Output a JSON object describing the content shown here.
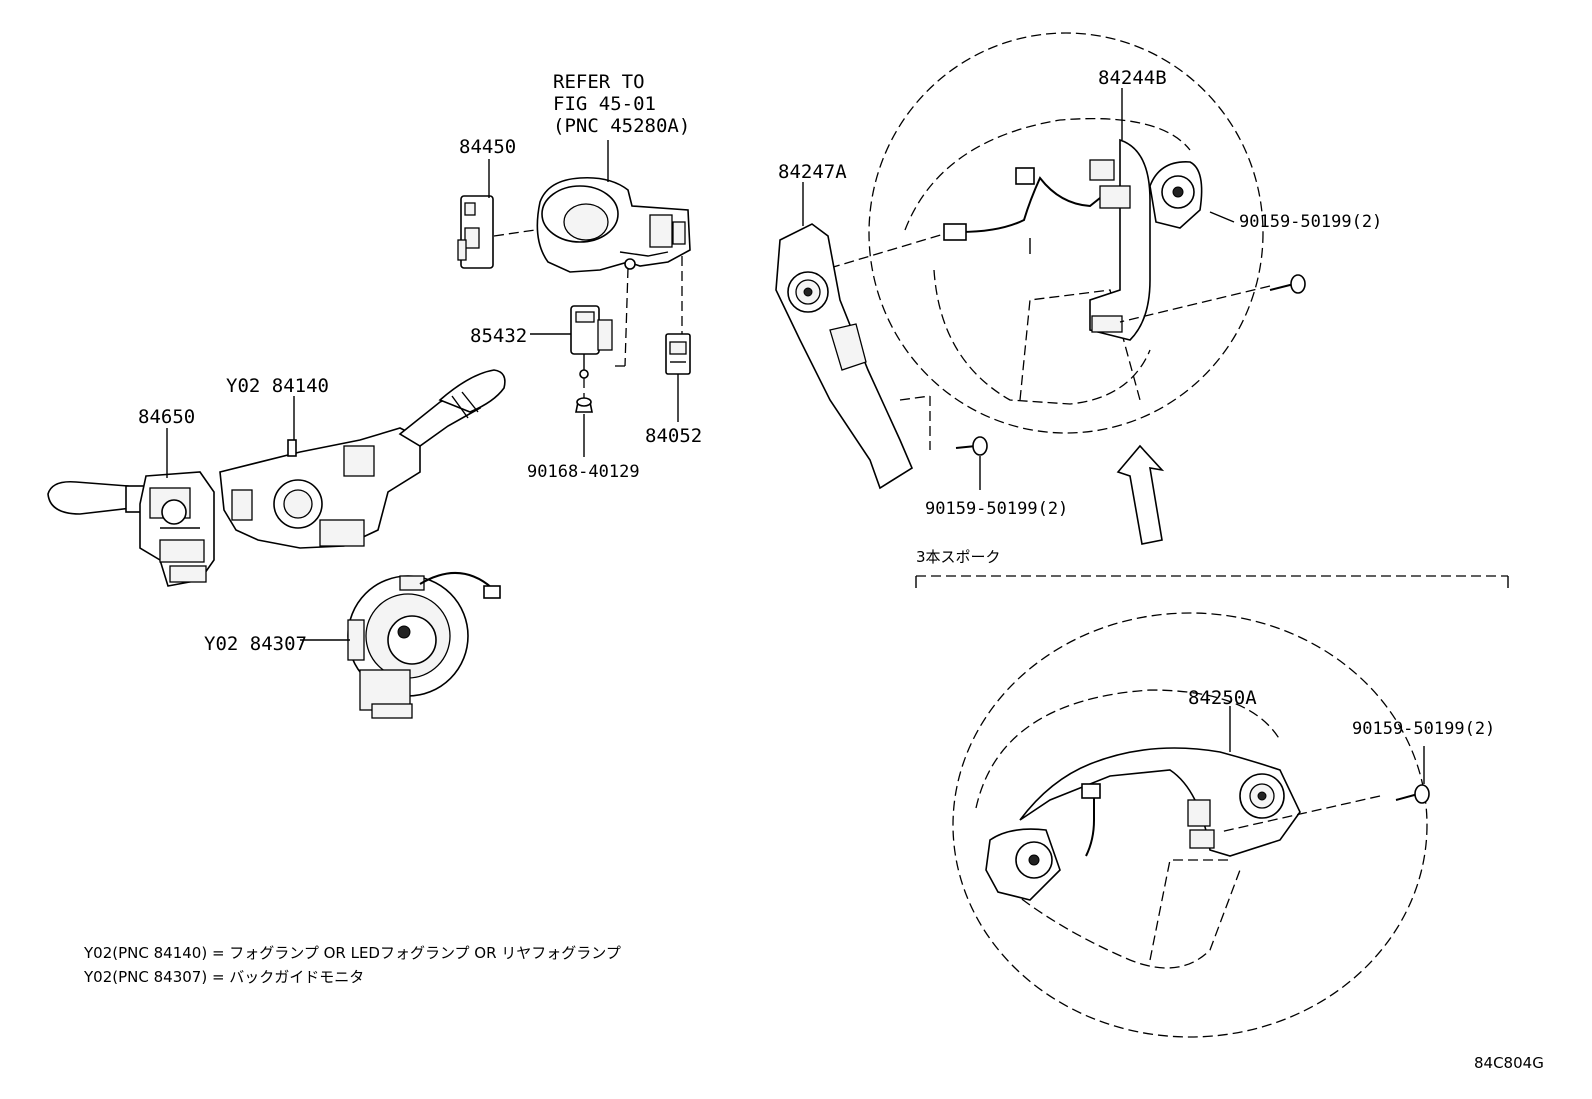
{
  "labels": {
    "refer_line1": "REFER TO",
    "refer_line2": "FIG 45-01",
    "refer_line3": "(PNC 45280A)",
    "p84450": "84450",
    "p85432": "85432",
    "p90168": "90168-40129",
    "p84052": "84052",
    "p84140": "Y02 84140",
    "p84650": "84650",
    "p84307": "Y02 84307",
    "p84247A": "84247A",
    "p84244B": "84244B",
    "p90159_a": "90159-50199(2)",
    "p90159_b": "90159-50199(2)",
    "p84250A": "84250A",
    "p90159_c": "90159-50199(2)",
    "spoke_note": "3本スポーク",
    "fig_code": "84C804G"
  },
  "notes": [
    "Y02(PNC 84140) = フォグランプ OR LEDフォグランプ OR リヤフォグランプ",
    "Y02(PNC 84307) = バックガイドモニタ"
  ]
}
